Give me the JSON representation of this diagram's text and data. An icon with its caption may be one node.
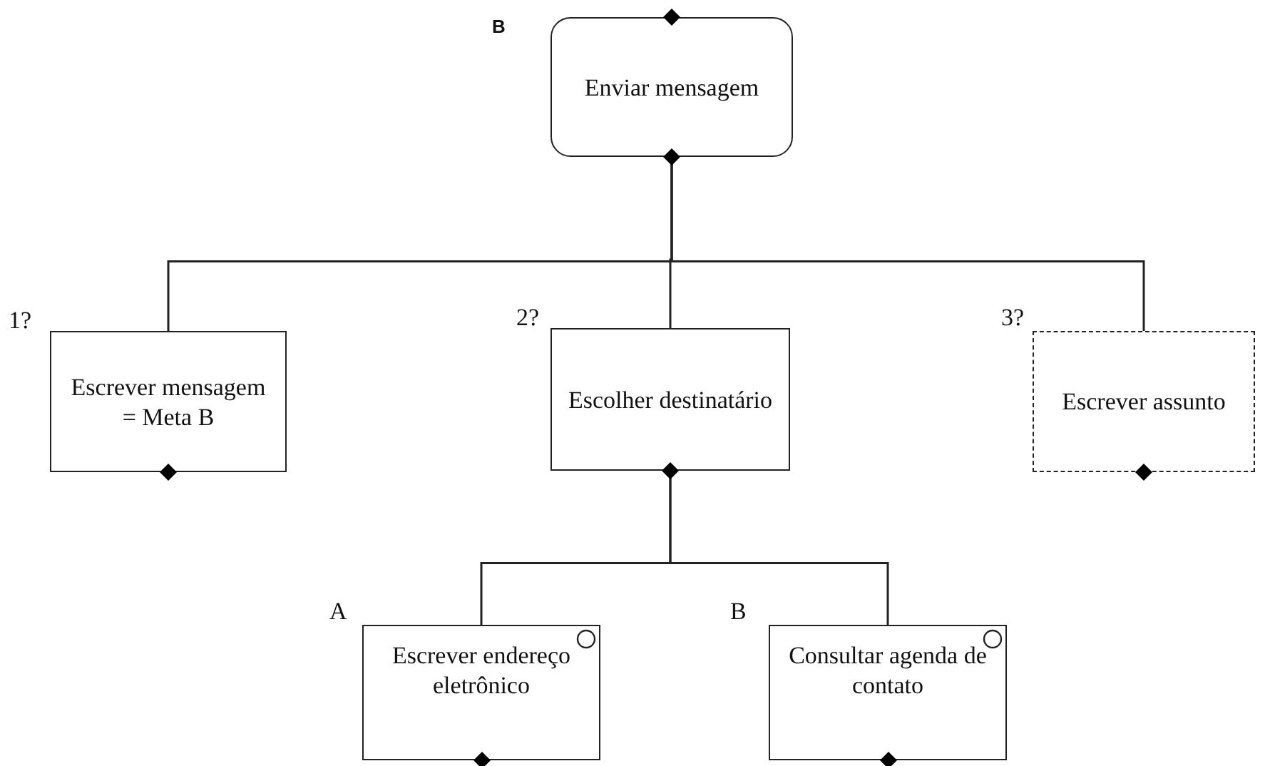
{
  "diagram": {
    "nodes": [
      {
        "text": [
          "Enviar mensagem"
        ],
        "beside": [
          "B"
        ]
      },
      {
        "text": [
          "Escrever mensagem = Meta B"
        ],
        "beside": [
          "1?"
        ]
      },
      {
        "text": [
          "Escolher destinatário"
        ],
        "beside": [
          "2?"
        ]
      },
      {
        "text": [
          "Escrever assunto"
        ],
        "beside": [
          "3?"
        ]
      },
      {
        "text": [
          "Escrever endereço eletrônico"
        ],
        "beside": [
          "A"
        ]
      },
      {
        "text": [
          "Consultar agenda de contato"
        ],
        "beside": [
          "B"
        ]
      }
    ],
    "edges": [
      {
        "from": 0,
        "to": 1,
        "arrow": "none"
      },
      {
        "from": 0,
        "to": 2,
        "arrow": "none"
      },
      {
        "from": 0,
        "to": 3,
        "arrow": "none"
      },
      {
        "from": 2,
        "to": 4,
        "arrow": "none"
      },
      {
        "from": 2,
        "to": 5,
        "arrow": "none"
      }
    ]
  }
}
